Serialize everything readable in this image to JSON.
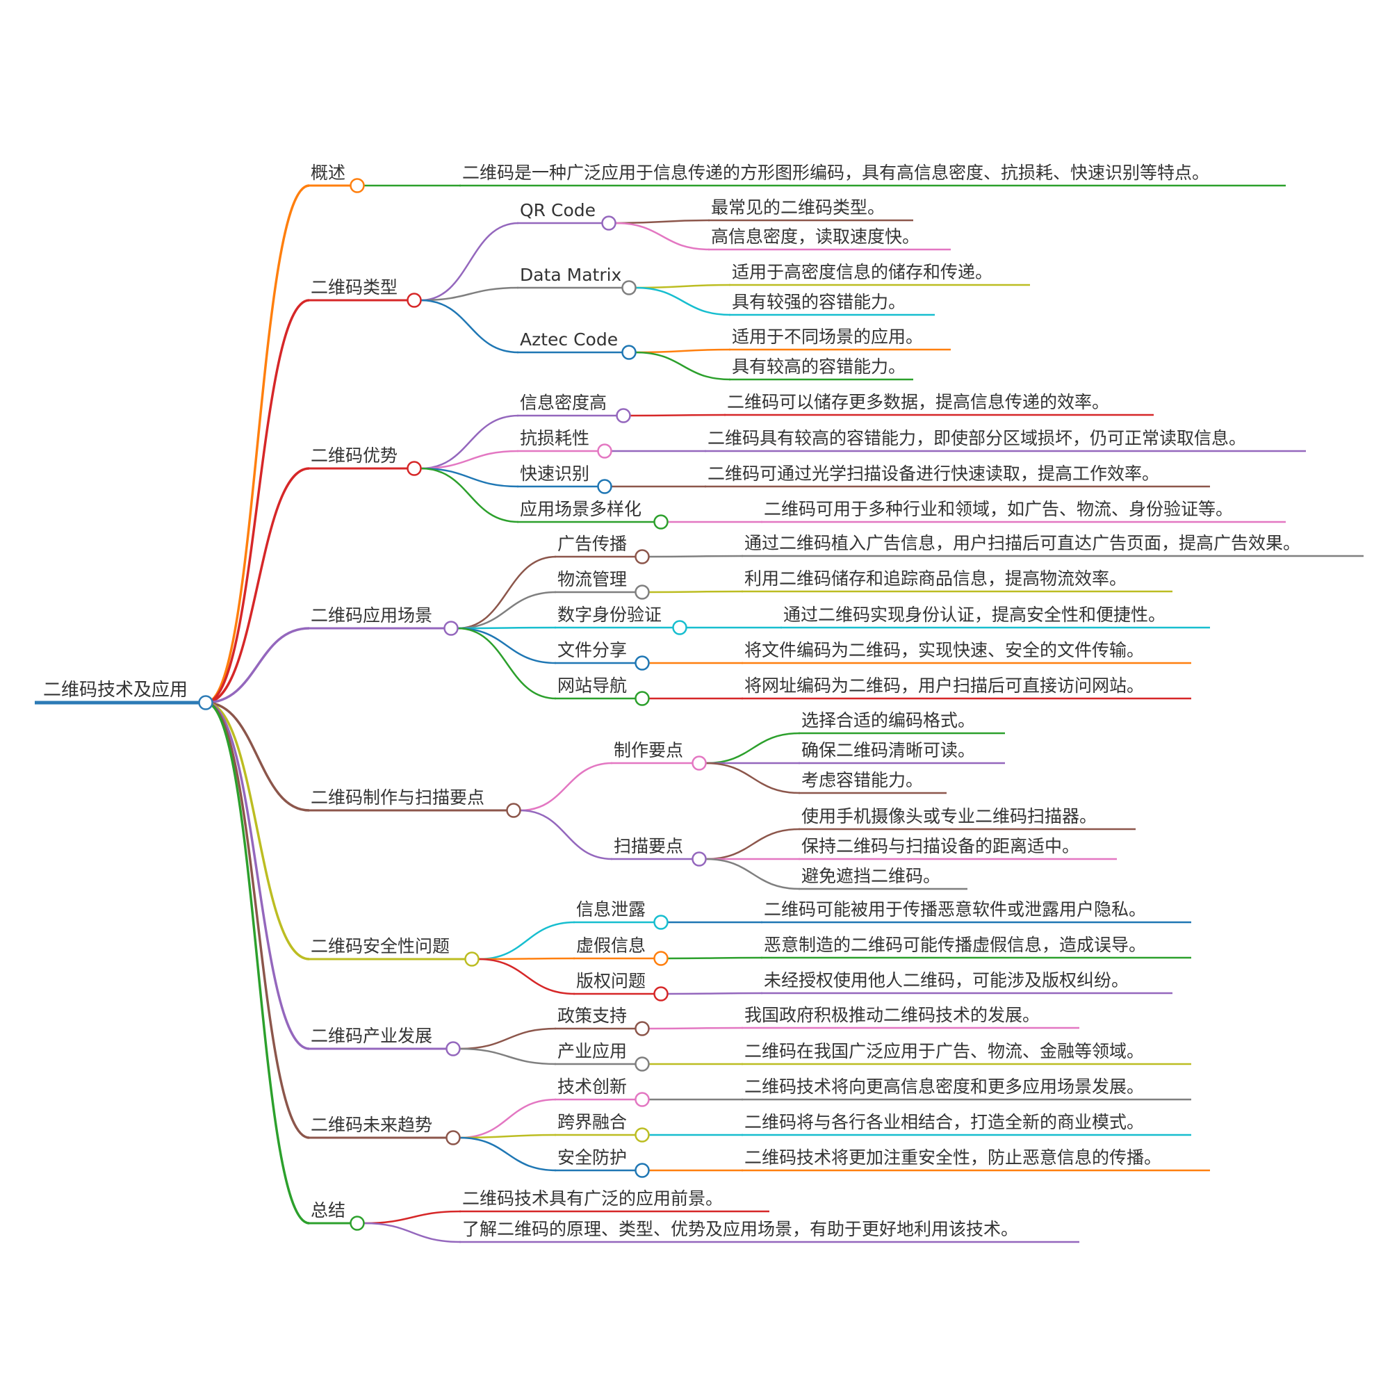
{
  "root": {
    "label": "二维码技术及应用",
    "color": "#2c7bb6"
  },
  "branches": [
    {
      "label": "概述",
      "color": "#ff7f0e",
      "children": [
        {
          "label": "二维码是一种广泛应用于信息传递的方形图形编码，具有高信息密度、抗损耗、快速识别等特点。",
          "color": "#2ca02c"
        }
      ]
    },
    {
      "label": "二维码类型",
      "color": "#d62728",
      "children": [
        {
          "label": "QR Code",
          "color": "#9467bd",
          "children": [
            {
              "label": "最常见的二维码类型。",
              "color": "#8c564b"
            },
            {
              "label": "高信息密度，读取速度快。",
              "color": "#e377c2"
            }
          ]
        },
        {
          "label": "Data Matrix",
          "color": "#7f7f7f",
          "children": [
            {
              "label": "适用于高密度信息的储存和传递。",
              "color": "#bcbd22"
            },
            {
              "label": "具有较强的容错能力。",
              "color": "#17becf"
            }
          ]
        },
        {
          "label": "Aztec Code",
          "color": "#1f77b4",
          "children": [
            {
              "label": "适用于不同场景的应用。",
              "color": "#ff7f0e"
            },
            {
              "label": "具有较高的容错能力。",
              "color": "#2ca02c"
            }
          ]
        }
      ]
    },
    {
      "label": "二维码优势",
      "color": "#d62728",
      "children": [
        {
          "label": "信息密度高",
          "color": "#9467bd",
          "children": [
            {
              "label": "二维码可以储存更多数据，提高信息传递的效率。",
              "color": "#d62728"
            }
          ]
        },
        {
          "label": "抗损耗性",
          "color": "#e377c2",
          "children": [
            {
              "label": "二维码具有较高的容错能力，即使部分区域损坏，仍可正常读取信息。",
              "color": "#9467bd"
            }
          ]
        },
        {
          "label": "快速识别",
          "color": "#1f77b4",
          "children": [
            {
              "label": "二维码可通过光学扫描设备进行快速读取，提高工作效率。",
              "color": "#8c564b"
            }
          ]
        },
        {
          "label": "应用场景多样化",
          "color": "#2ca02c",
          "children": [
            {
              "label": "二维码可用于多种行业和领域，如广告、物流、身份验证等。",
              "color": "#e377c2"
            }
          ]
        }
      ]
    },
    {
      "label": "二维码应用场景",
      "color": "#9467bd",
      "children": [
        {
          "label": "广告传播",
          "color": "#8c564b",
          "children": [
            {
              "label": "通过二维码植入广告信息，用户扫描后可直达广告页面，提高广告效果。",
              "color": "#7f7f7f"
            }
          ]
        },
        {
          "label": "物流管理",
          "color": "#7f7f7f",
          "children": [
            {
              "label": "利用二维码储存和追踪商品信息，提高物流效率。",
              "color": "#bcbd22"
            }
          ]
        },
        {
          "label": "数字身份验证",
          "color": "#17becf",
          "children": [
            {
              "label": "通过二维码实现身份认证，提高安全性和便捷性。",
              "color": "#17becf"
            }
          ]
        },
        {
          "label": "文件分享",
          "color": "#1f77b4",
          "children": [
            {
              "label": "将文件编码为二维码，实现快速、安全的文件传输。",
              "color": "#ff7f0e"
            }
          ]
        },
        {
          "label": "网站导航",
          "color": "#2ca02c",
          "children": [
            {
              "label": "将网址编码为二维码，用户扫描后可直接访问网站。",
              "color": "#d62728"
            }
          ]
        }
      ]
    },
    {
      "label": "二维码制作与扫描要点",
      "color": "#8c564b",
      "children": [
        {
          "label": "制作要点",
          "color": "#e377c2",
          "children": [
            {
              "label": "选择合适的编码格式。",
              "color": "#2ca02c"
            },
            {
              "label": "确保二维码清晰可读。",
              "color": "#9467bd"
            },
            {
              "label": "考虑容错能力。",
              "color": "#8c564b"
            }
          ]
        },
        {
          "label": "扫描要点",
          "color": "#9467bd",
          "children": [
            {
              "label": "使用手机摄像头或专业二维码扫描器。",
              "color": "#8c564b"
            },
            {
              "label": "保持二维码与扫描设备的距离适中。",
              "color": "#e377c2"
            },
            {
              "label": "避免遮挡二维码。",
              "color": "#7f7f7f"
            }
          ]
        }
      ]
    },
    {
      "label": "二维码安全性问题",
      "color": "#bcbd22",
      "children": [
        {
          "label": "信息泄露",
          "color": "#17becf",
          "children": [
            {
              "label": "二维码可能被用于传播恶意软件或泄露用户隐私。",
              "color": "#1f77b4"
            }
          ]
        },
        {
          "label": "虚假信息",
          "color": "#ff7f0e",
          "children": [
            {
              "label": "恶意制造的二维码可能传播虚假信息，造成误导。",
              "color": "#2ca02c"
            }
          ]
        },
        {
          "label": "版权问题",
          "color": "#d62728",
          "children": [
            {
              "label": "未经授权使用他人二维码，可能涉及版权纠纷。",
              "color": "#9467bd"
            }
          ]
        }
      ]
    },
    {
      "label": "二维码产业发展",
      "color": "#9467bd",
      "children": [
        {
          "label": "政策支持",
          "color": "#8c564b",
          "children": [
            {
              "label": "我国政府积极推动二维码技术的发展。",
              "color": "#e377c2"
            }
          ]
        },
        {
          "label": "产业应用",
          "color": "#7f7f7f",
          "children": [
            {
              "label": "二维码在我国广泛应用于广告、物流、金融等领域。",
              "color": "#bcbd22"
            }
          ]
        }
      ]
    },
    {
      "label": "二维码未来趋势",
      "color": "#8c564b",
      "children": [
        {
          "label": "技术创新",
          "color": "#e377c2",
          "children": [
            {
              "label": "二维码技术将向更高信息密度和更多应用场景发展。",
              "color": "#7f7f7f"
            }
          ]
        },
        {
          "label": "跨界融合",
          "color": "#bcbd22",
          "children": [
            {
              "label": "二维码将与各行各业相结合，打造全新的商业模式。",
              "color": "#17becf"
            }
          ]
        },
        {
          "label": "安全防护",
          "color": "#1f77b4",
          "children": [
            {
              "label": "二维码技术将更加注重安全性，防止恶意信息的传播。",
              "color": "#ff7f0e"
            }
          ]
        }
      ]
    },
    {
      "label": "总结",
      "color": "#2ca02c",
      "children": [
        {
          "label": "二维码技术具有广泛的应用前景。",
          "color": "#d62728"
        },
        {
          "label": "了解二维码的原理、类型、优势及应用场景，有助于更好地利用该技术。",
          "color": "#9467bd"
        }
      ]
    }
  ]
}
